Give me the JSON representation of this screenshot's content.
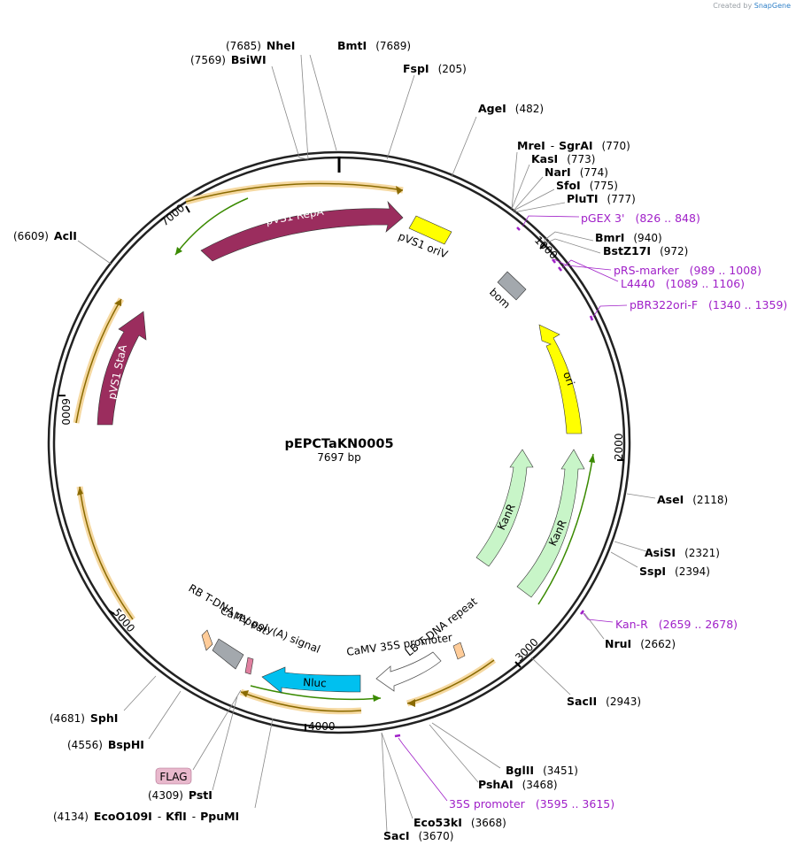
{
  "watermark": {
    "prefix": "Created by",
    "brand": "SnapGene"
  },
  "plasmid": {
    "name": "pEPCTaKN0005",
    "size_label": "7697 bp",
    "length": 7697
  },
  "ticks": [
    "1000",
    "2000",
    "3000",
    "4000",
    "5000",
    "6000",
    "7000"
  ],
  "sites": [
    {
      "name": "NheI",
      "pos": "(7685)"
    },
    {
      "name": "BsiWI",
      "pos": "(7569)"
    },
    {
      "name": "BmtI",
      "pos": "(7689)"
    },
    {
      "name": "FspI",
      "pos": "(205)"
    },
    {
      "name": "AgeI",
      "pos": "(482)"
    },
    {
      "name": "MreI",
      "pos": ""
    },
    {
      "name": "SgrAI",
      "pos": "(770)"
    },
    {
      "name": "KasI",
      "pos": "(773)"
    },
    {
      "name": "NarI",
      "pos": "(774)"
    },
    {
      "name": "SfoI",
      "pos": "(775)"
    },
    {
      "name": "PluTI",
      "pos": "(777)"
    },
    {
      "name": "BmrI",
      "pos": "(940)"
    },
    {
      "name": "BstZ17I",
      "pos": "(972)"
    },
    {
      "name": "AclI",
      "pos": "(6609)"
    },
    {
      "name": "AseI",
      "pos": "(2118)"
    },
    {
      "name": "AsiSI",
      "pos": "(2321)"
    },
    {
      "name": "SspI",
      "pos": "(2394)"
    },
    {
      "name": "NruI",
      "pos": "(2662)"
    },
    {
      "name": "SacII",
      "pos": "(2943)"
    },
    {
      "name": "BglII",
      "pos": "(3451)"
    },
    {
      "name": "PshAI",
      "pos": "(3468)"
    },
    {
      "name": "Eco53kI",
      "pos": "(3668)"
    },
    {
      "name": "SacI",
      "pos": "(3670)"
    },
    {
      "name": "SphI",
      "pos": "(4681)"
    },
    {
      "name": "BspHI",
      "pos": "(4556)"
    },
    {
      "name": "PstI",
      "pos": "(4309)"
    },
    {
      "name": "EcoO109I",
      "pos": "(4134)"
    },
    {
      "name": "KflI",
      "pos": ""
    },
    {
      "name": "PpuMI",
      "pos": ""
    }
  ],
  "primers": [
    {
      "name": "pGEX 3'",
      "range": "(826 .. 848)"
    },
    {
      "name": "pRS-marker",
      "range": "(989 .. 1008)"
    },
    {
      "name": "L4440",
      "range": "(1089 .. 1106)"
    },
    {
      "name": "pBR322ori-F",
      "range": "(1340 .. 1359)"
    },
    {
      "name": "Kan-R",
      "range": "(2659 .. 2678)"
    },
    {
      "name": "35S promoter",
      "range": "(3595 .. 3615)"
    }
  ],
  "features": {
    "repA": "pVS1 RepA",
    "oriV": "pVS1 oriV",
    "bom": "bom",
    "ori": "ori",
    "kanr1": "KanR",
    "kanr2": "KanR",
    "staA": "pVS1 StaA",
    "nluc": "Nluc",
    "rb": "RB T-DNA repeat",
    "polyA": "CaMV poly(A) signal",
    "p35s": "CaMV 35S promoter",
    "lb": "LB T-DNA repeat",
    "flag": "FLAG"
  },
  "colors": {
    "repA": "#9b2d5e",
    "oriV": "#ffff00",
    "bom": "#a3a8ad",
    "ori": "#ffff00",
    "kanr": "#c8f5c8",
    "staA": "#9b2d5e",
    "nluc": "#00c0ef",
    "rb": "#a3a8ad",
    "polyA": "#e080a0",
    "lb": "#ffcc99",
    "primer": "#a020c8",
    "orf_outline": "#f5d8a0",
    "orf_line": "#8a6a00",
    "green_line": "#3a8a00",
    "flag_bg": "#e8b8cc"
  }
}
